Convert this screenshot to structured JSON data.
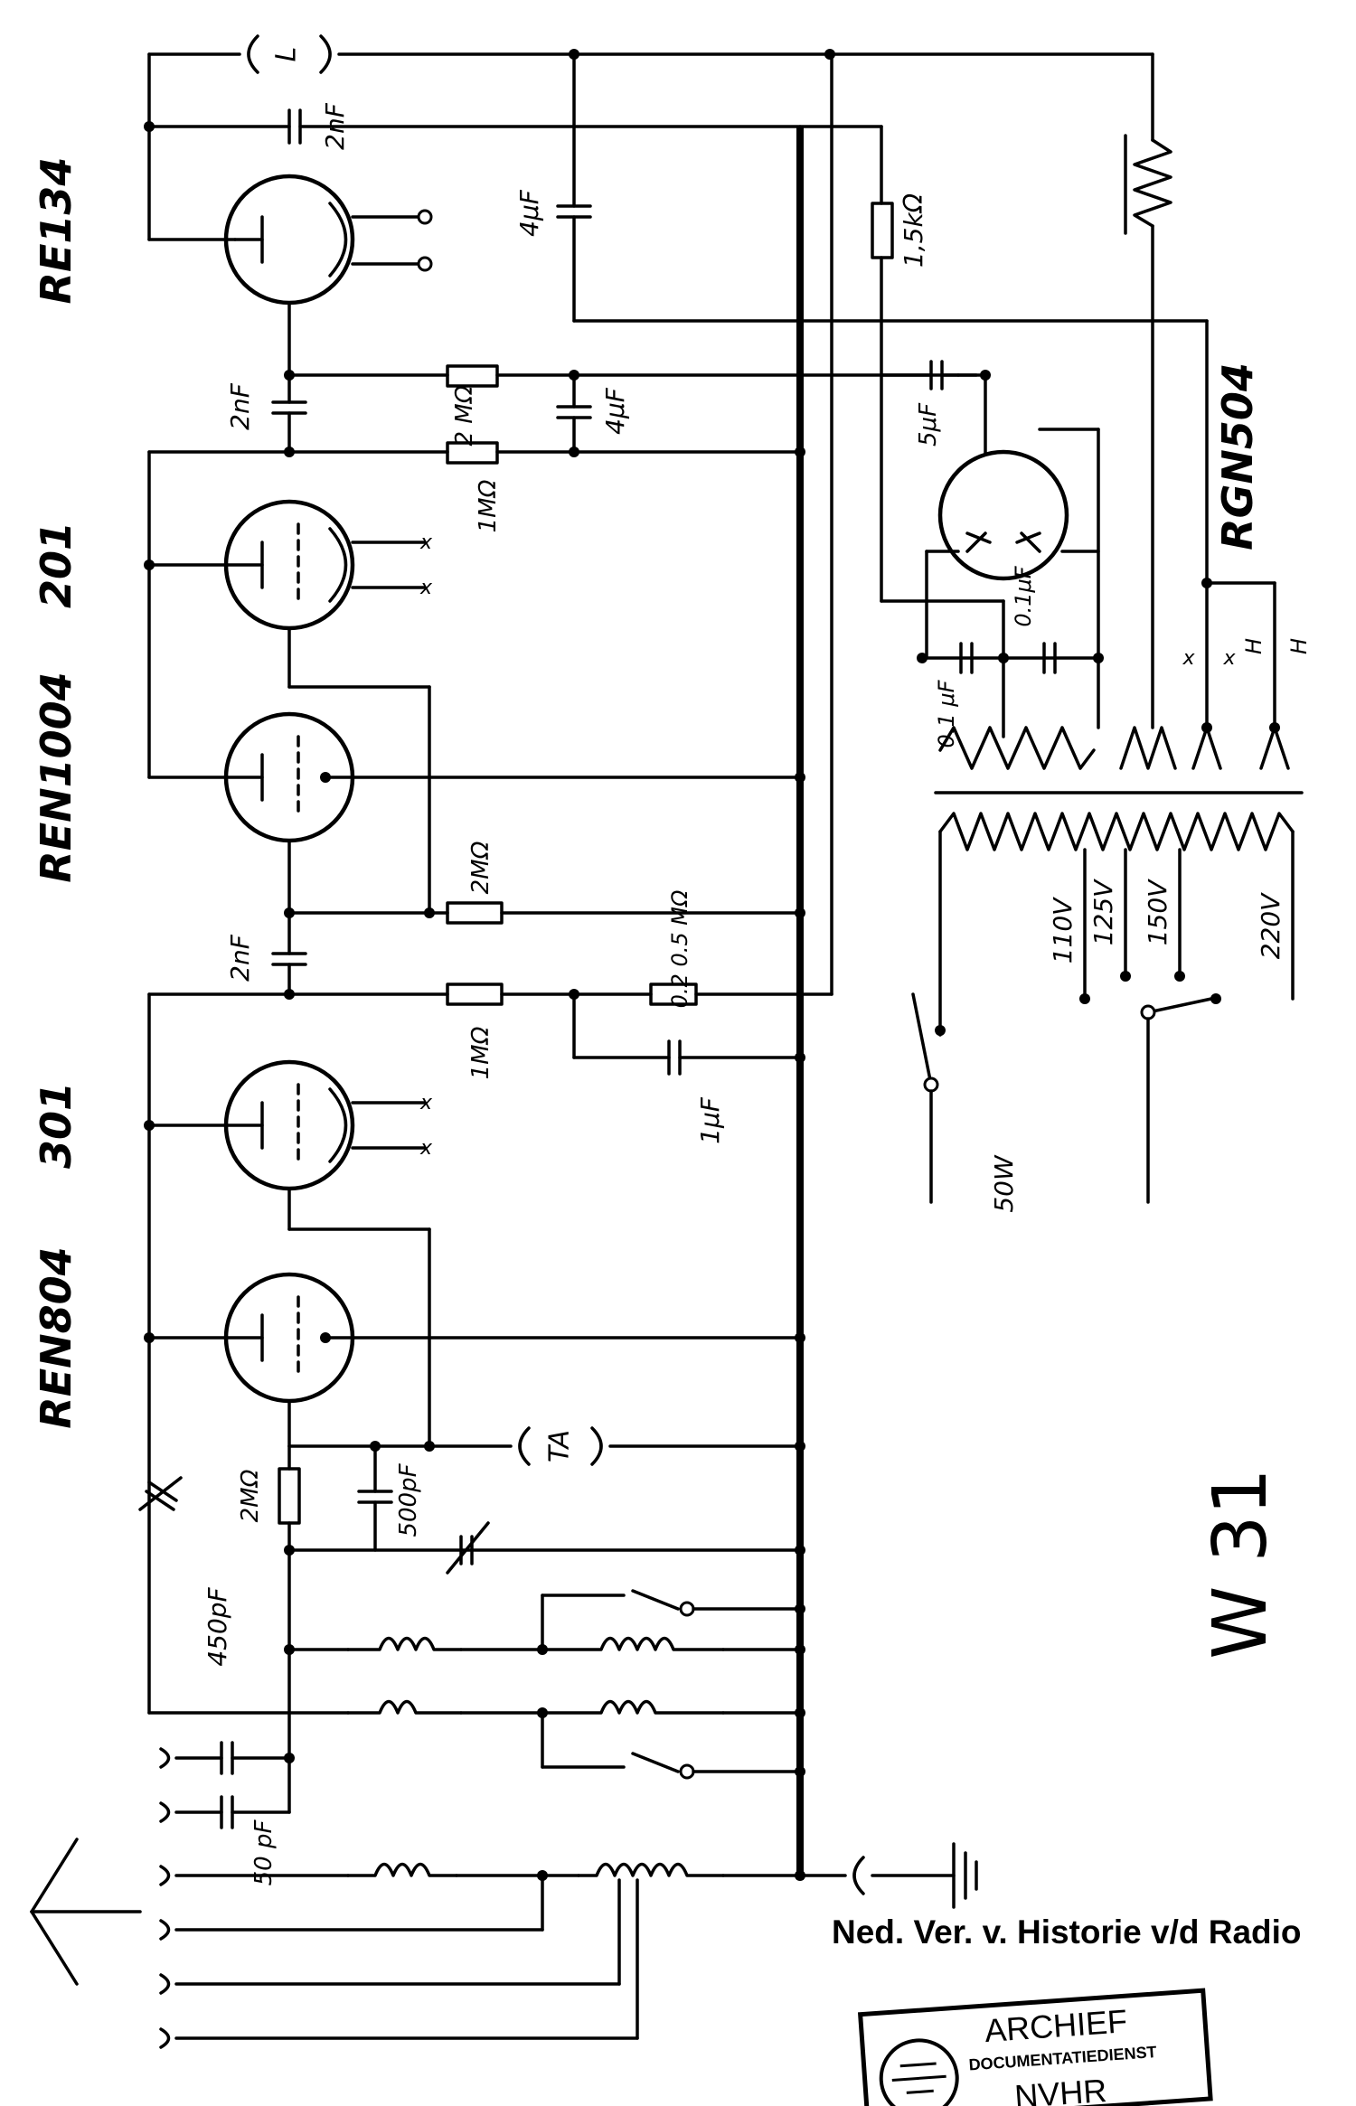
{
  "tubes": {
    "re134": "RE134",
    "t201": "201",
    "ren1004": "REN1004",
    "t301": "301",
    "ren804": "REN804",
    "rgn504": "RGN504"
  },
  "values": {
    "c_2nf_top": "2nF",
    "c_4uf_top": "4μF",
    "r_1k5": "1,5kΩ",
    "c_2nf_1": "2nF",
    "r_2m_stack": "2 MΩ",
    "r_1m_stack": "1MΩ",
    "c_4uf_mid": "4μF",
    "c_5uf": "5μF",
    "c_01_a": "0.1 μF",
    "c_01_b": "0.1μF",
    "r_2m_mid": "2MΩ",
    "c_2nf_2": "2nF",
    "r_1m_mid": "1MΩ",
    "r_02_05": "0.2 0.5 MΩ",
    "c_1uf": "1μF",
    "r_2m_low": "2MΩ",
    "c_500pf": "500pF",
    "c_450pf": "450pF",
    "c_50pf": "50 pF",
    "v110": "110V",
    "v125": "125V",
    "v150": "150V",
    "v220": "220V",
    "power": "50W"
  },
  "connectors": {
    "speaker": "L",
    "pickup": "TA",
    "heater_x": "x",
    "heater_h": "H"
  },
  "model": "W 31",
  "credit": "Ned. Ver. v. Historie v/d Radio",
  "stamp": {
    "archief": "ARCHIEF",
    "dienst": "DOCUMENTATIEDIENST",
    "nvhr": "NVHR"
  }
}
